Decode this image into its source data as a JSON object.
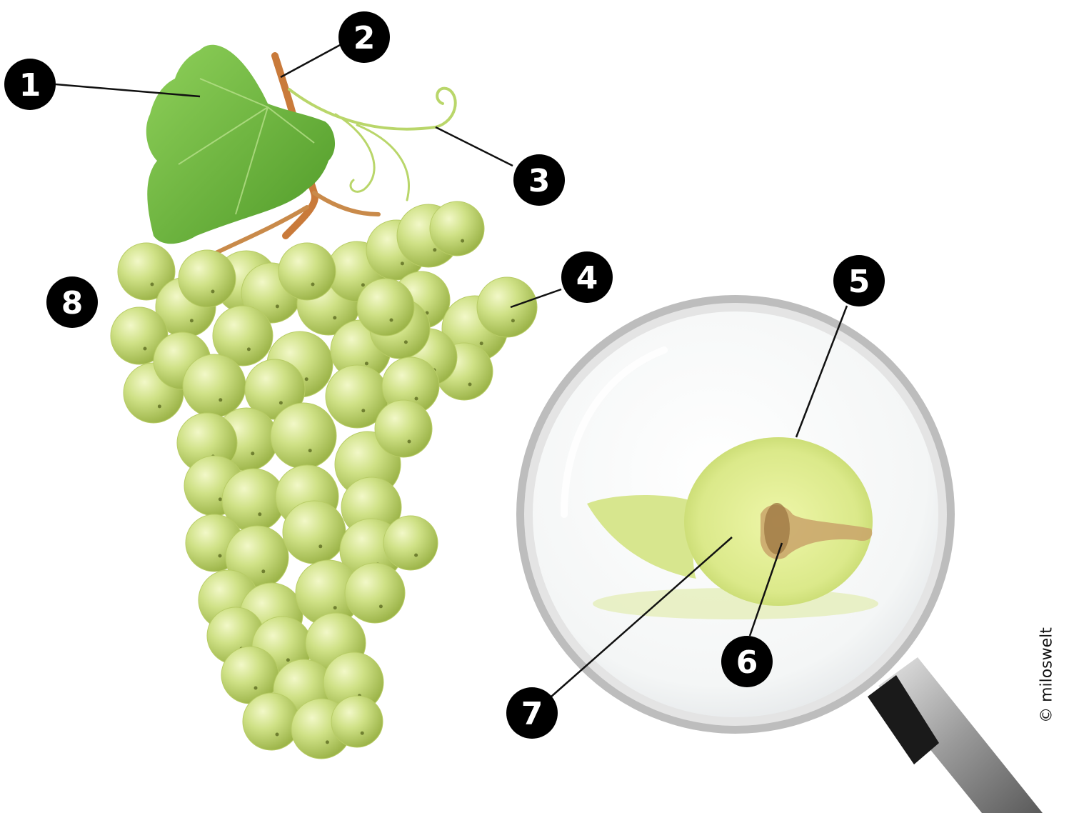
{
  "markers": [
    {
      "id": "1",
      "label": "1"
    },
    {
      "id": "2",
      "label": "2"
    },
    {
      "id": "3",
      "label": "3"
    },
    {
      "id": "4",
      "label": "4"
    },
    {
      "id": "5",
      "label": "5"
    },
    {
      "id": "6",
      "label": "6"
    },
    {
      "id": "7",
      "label": "7"
    },
    {
      "id": "8",
      "label": "8"
    }
  ],
  "copyright": "© miloswelt",
  "colors": {
    "grape": "#c9dc7c",
    "grape_light": "#eef5c0",
    "grape_dark": "#9fba4c",
    "leaf": "#6fb83a",
    "leaf_dark": "#4a8f22",
    "stem": "#c97a3a",
    "marker_bg": "#000000",
    "marker_text": "#ffffff",
    "lens_frame": "#a9a9a9"
  },
  "icons": {
    "magnifier": "magnifying-glass-icon"
  }
}
